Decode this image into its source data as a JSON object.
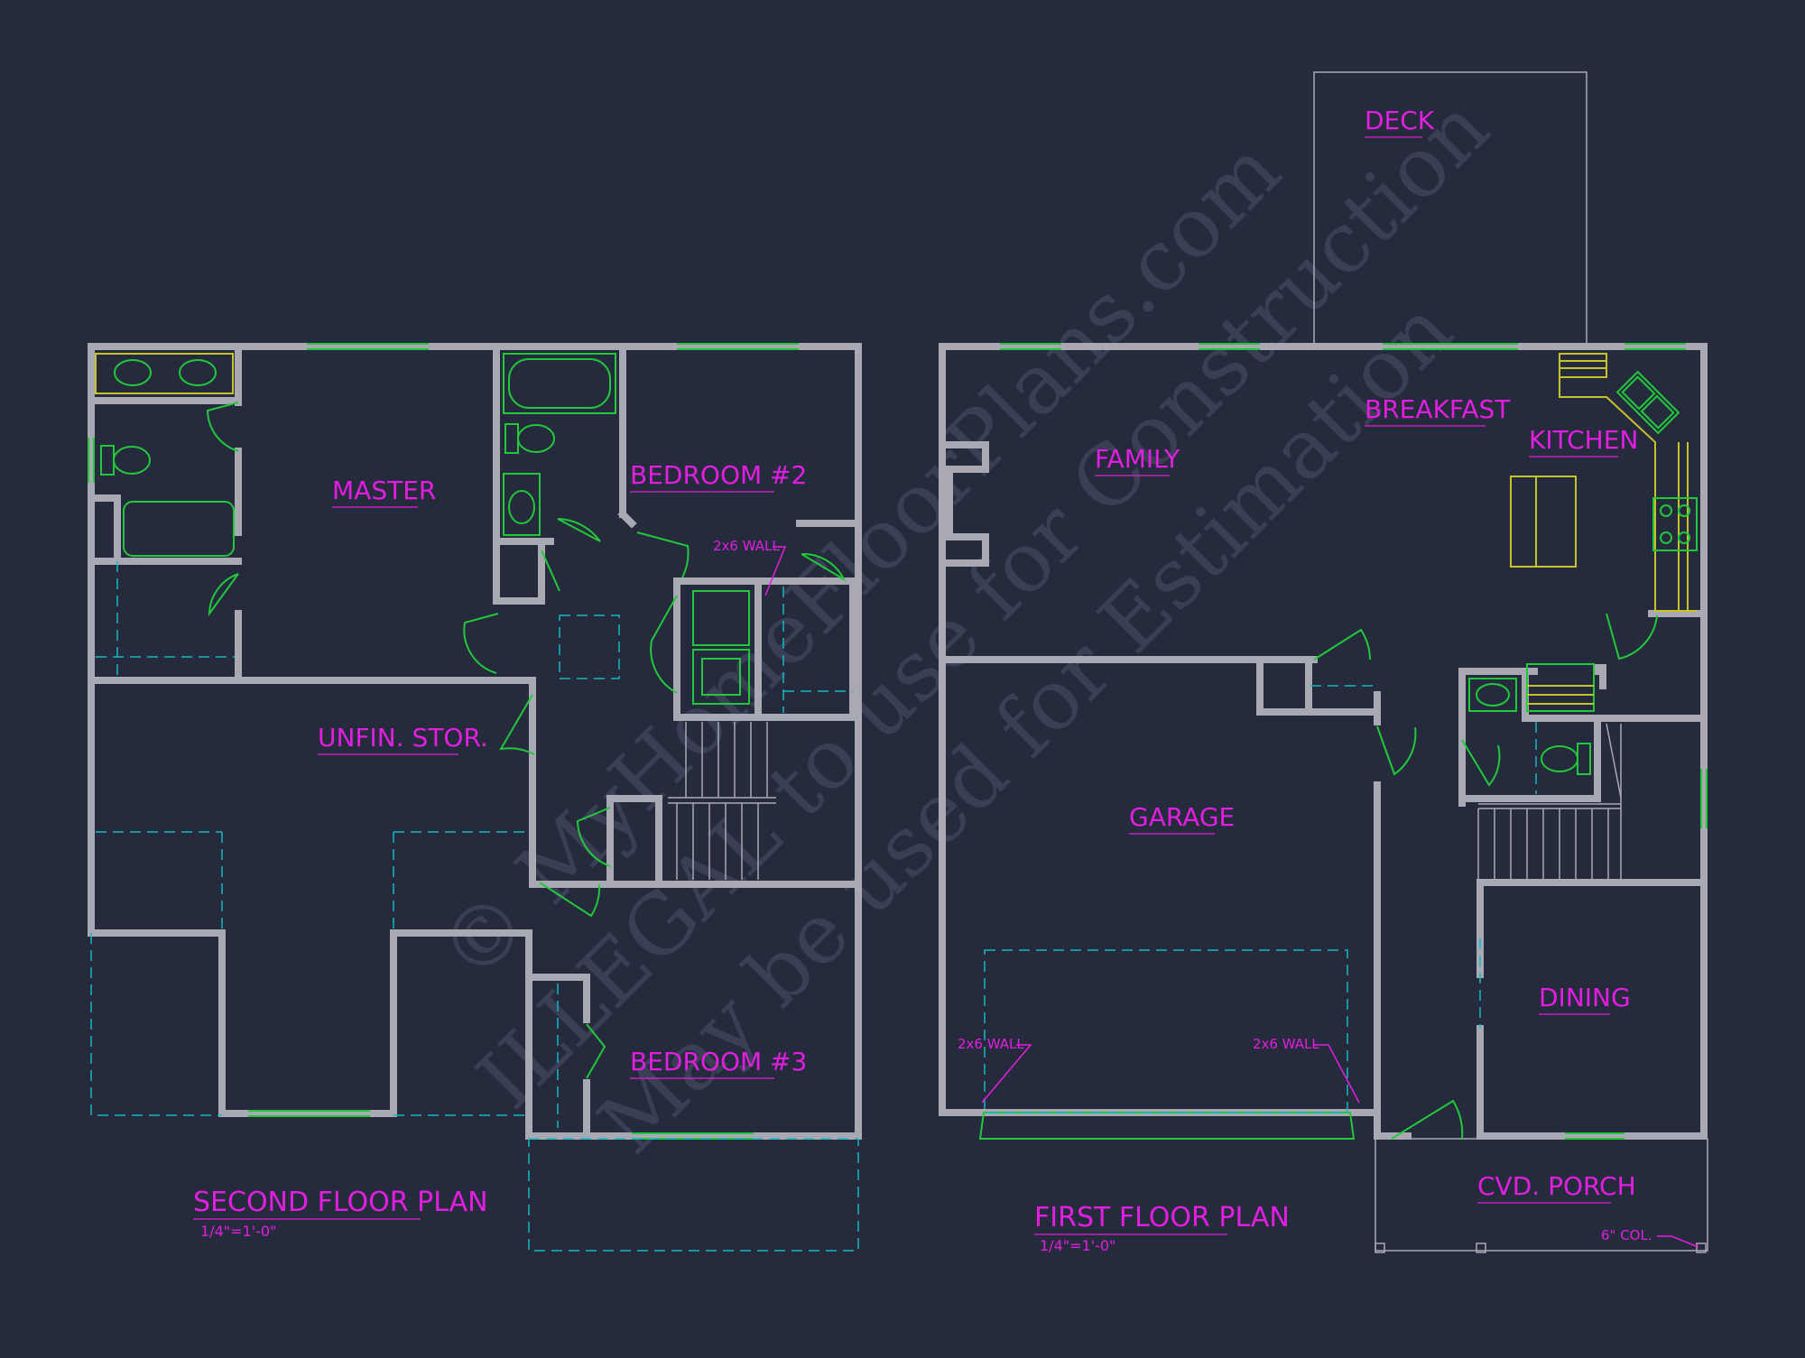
{
  "colors": {
    "background": "#262a3d",
    "walls": "#a9a9b3",
    "labels": "#e21fe0",
    "fixtures": "#21c93a",
    "dashed_overhead": "#14b7c4",
    "cabinetry": "#c8c22a"
  },
  "second_floor": {
    "title": "SECOND FLOOR PLAN",
    "scale": "1/4\"=1'-0\"",
    "rooms": {
      "master": "MASTER",
      "bedroom2": "BEDROOM #2",
      "bedroom3": "BEDROOM #3",
      "unfin_stor": "UNFIN. STOR."
    },
    "notes": {
      "wall_note": "2x6 WALL"
    }
  },
  "first_floor": {
    "title": "FIRST FLOOR PLAN",
    "scale": "1/4\"=1'-0\"",
    "rooms": {
      "deck": "DECK",
      "breakfast": "BREAKFAST",
      "kitchen": "KITCHEN",
      "family": "FAMILY",
      "garage": "GARAGE",
      "dining": "DINING",
      "cvd_porch": "CVD. PORCH"
    },
    "notes": {
      "wall_note_left": "2x6 WALL",
      "wall_note_right": "2x6 WALL",
      "column_note": "6\" COL."
    }
  },
  "watermark": {
    "line1": "© MyHomeFloorPlans.com",
    "line2": "ILLEGAL to use for Construction",
    "line3": "May be used for Estimation"
  }
}
